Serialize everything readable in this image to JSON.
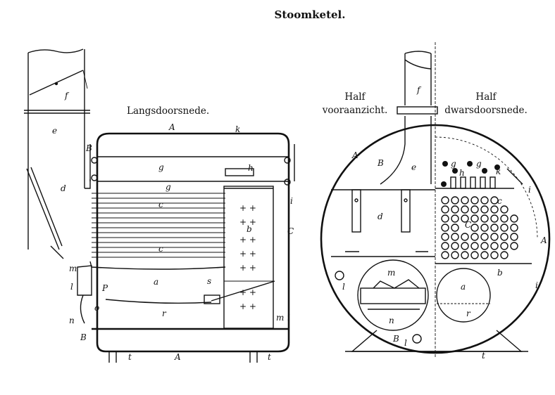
{
  "title": "Stoomketel.",
  "captions": {
    "long_section": "Langsdoorsnede.",
    "half_front_1": "Half",
    "half_front_2": "vooraanzicht.",
    "half_cross_1": "Half",
    "half_cross_2": "dwarsdoorsnede."
  },
  "labels": {
    "A": "A",
    "B": "B",
    "C": "C",
    "a": "a",
    "b": "b",
    "c": "c",
    "d": "d",
    "e": "e",
    "f": "f",
    "g": "g",
    "h": "h",
    "i": "i",
    "k": "k",
    "l": "l",
    "m": "m",
    "n": "n",
    "o": "o",
    "p": "P",
    "r": "r",
    "s": "s",
    "t": "t"
  },
  "colors": {
    "ink": "#111111",
    "paper": "#ffffff"
  }
}
